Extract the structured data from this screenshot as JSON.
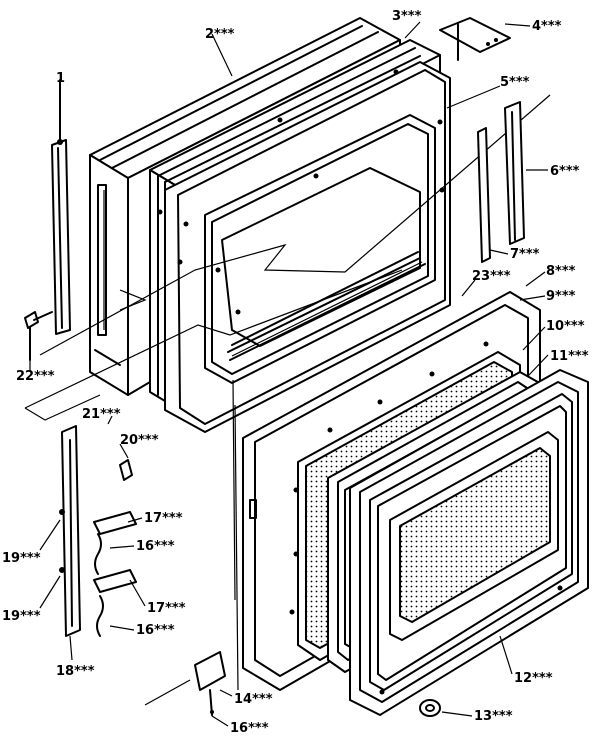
{
  "callouts": [
    {
      "id": "c1",
      "text": "1"
    },
    {
      "id": "c2",
      "text": "2***"
    },
    {
      "id": "c3",
      "text": "3***"
    },
    {
      "id": "c4",
      "text": "4***"
    },
    {
      "id": "c5",
      "text": "5***"
    },
    {
      "id": "c6",
      "text": "6***"
    },
    {
      "id": "c7",
      "text": "7***"
    },
    {
      "id": "c8",
      "text": "8***"
    },
    {
      "id": "c9",
      "text": "9***"
    },
    {
      "id": "c10",
      "text": "10***"
    },
    {
      "id": "c11",
      "text": "11***"
    },
    {
      "id": "c12",
      "text": "12***"
    },
    {
      "id": "c13",
      "text": "13***"
    },
    {
      "id": "c14",
      "text": "14***"
    },
    {
      "id": "c16",
      "text": "16***"
    },
    {
      "id": "c16b",
      "text": "16***"
    },
    {
      "id": "c16c",
      "text": "16***"
    },
    {
      "id": "c17",
      "text": "17***"
    },
    {
      "id": "c17b",
      "text": "17***"
    },
    {
      "id": "c18",
      "text": "18***"
    },
    {
      "id": "c19",
      "text": "19***"
    },
    {
      "id": "c19b",
      "text": "19***"
    },
    {
      "id": "c20",
      "text": "20***"
    },
    {
      "id": "c21",
      "text": "21***"
    },
    {
      "id": "c22",
      "text": "22***"
    },
    {
      "id": "c23",
      "text": "23***"
    }
  ]
}
